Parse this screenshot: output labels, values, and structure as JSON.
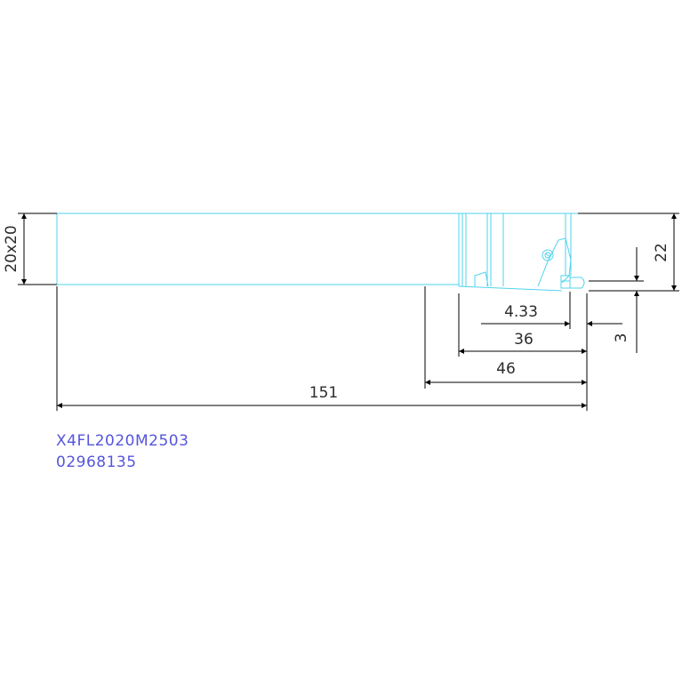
{
  "drawing": {
    "colors": {
      "outline": "#4fd3ee",
      "dimension": "#000000",
      "id_text": "#5555dd"
    },
    "dimensions": {
      "section": "20x20",
      "head_height": "22",
      "corner_offset": "3",
      "insert_width": "4.33",
      "head_length": "36",
      "reach_length": "46",
      "overall_length": "151"
    },
    "part_code": "X4FL2020M2503",
    "part_number": "02968135"
  }
}
